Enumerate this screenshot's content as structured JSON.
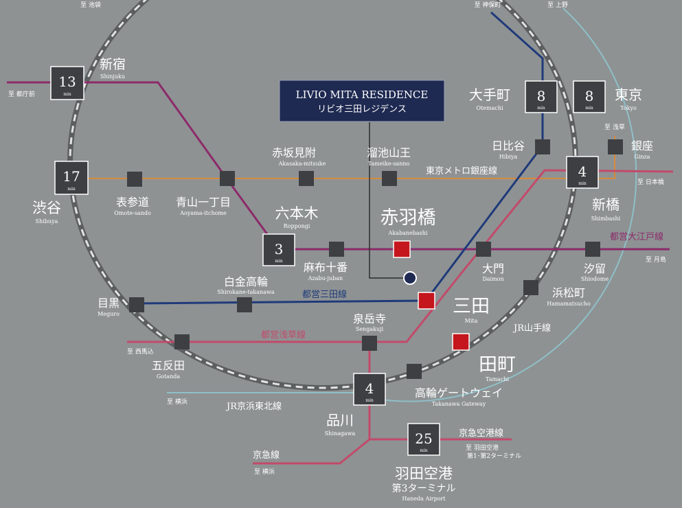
{
  "colors": {
    "background": "#8e9293",
    "yamanote_outer": "#5c5f60",
    "yamanote_dash": "#e4e4e4",
    "keihin_tohoku": "#8fc0c8",
    "oedo": "#8c2a6a",
    "mita": "#1f3a7a",
    "asakusa": "#c24a6a",
    "keikyu": "#c24a6a",
    "ginza": "#d98a3a",
    "station_square": "#3d3f42",
    "highlight_station": "#c4161c",
    "title_box": "#1f2a52"
  },
  "title": {
    "en": "LIVIO MITA RESIDENCE",
    "jp": "リビオ三田レジデンス"
  },
  "destinations": {
    "ikebukuro": "至 池袋",
    "jimbocho": "至 神保町",
    "ueno": "至 上野",
    "tochomae": "至 都庁前",
    "asakusa": "至 浅草",
    "nihombashi": "至 日本橋",
    "tsukishima": "至 月島",
    "nishimagome": "至 西馬込",
    "yokohama1": "至 横浜",
    "yokohama2": "至 横浜",
    "haneda": "至 羽田空港",
    "haneda_sub": "第1･第2ターミナル"
  },
  "line_names": {
    "ginza": "東京メトロ銀座線",
    "oedo": "都営大江戸線",
    "mita": "都営三田線",
    "asakusa": "都営浅草線",
    "yamanote": "JR山手線",
    "keihin_tohoku": "JR京浜東北線",
    "keikyu_airport": "京急空港線",
    "keikyu": "京急線"
  },
  "time_unit": "min",
  "time_stations": [
    {
      "id": "shinjuku",
      "minutes": "13",
      "jp": "新宿",
      "en": "Shinjuku"
    },
    {
      "id": "shibuya",
      "minutes": "17",
      "jp": "渋谷",
      "en": "Shibuya"
    },
    {
      "id": "roppongi",
      "minutes": "3",
      "jp": "六本木",
      "en": "Roppongi"
    },
    {
      "id": "otemachi",
      "minutes": "8",
      "jp": "大手町",
      "en": "Otemachi"
    },
    {
      "id": "tokyo",
      "minutes": "8",
      "jp": "東京",
      "en": "Tokyo"
    },
    {
      "id": "shimbashi",
      "minutes": "4",
      "jp": "新橋",
      "en": "Shimbashi"
    },
    {
      "id": "shinagawa",
      "minutes": "4",
      "jp": "品川",
      "en": "Shinagawa"
    },
    {
      "id": "haneda",
      "minutes": "25",
      "jp": "羽田空港",
      "jp2": "第3ターミナル",
      "en": "Haneda Airport"
    }
  ],
  "stations": [
    {
      "id": "akasaka",
      "jp": "赤坂見附",
      "en": "Akasaka-mitsuke"
    },
    {
      "id": "tameike",
      "jp": "溜池山王",
      "en": "Tameike-sanno"
    },
    {
      "id": "omotesando",
      "jp": "表参道",
      "en": "Omote-sando"
    },
    {
      "id": "aoyama",
      "jp": "青山一丁目",
      "en": "Aoyama-itchome"
    },
    {
      "id": "hibiya",
      "jp": "日比谷",
      "en": "Hibiya"
    },
    {
      "id": "ginza",
      "jp": "銀座",
      "en": "Ginza"
    },
    {
      "id": "azabu",
      "jp": "麻布十番",
      "en": "Azabu-juban"
    },
    {
      "id": "daimon",
      "jp": "大門",
      "en": "Daimon"
    },
    {
      "id": "shiodome",
      "jp": "汐留",
      "en": "Shiodome"
    },
    {
      "id": "hamamatsucho",
      "jp": "浜松町",
      "en": "Hamamatsucho"
    },
    {
      "id": "shirokane",
      "jp": "白金高輪",
      "en": "Shirokane-takanawa"
    },
    {
      "id": "meguro",
      "jp": "目黒",
      "en": "Meguro"
    },
    {
      "id": "sengakuji",
      "jp": "泉岳寺",
      "en": "Sengakuji"
    },
    {
      "id": "gotanda",
      "jp": "五反田",
      "en": "Gotanda"
    },
    {
      "id": "takanawa",
      "jp": "高輪ゲートウェイ",
      "en": "Takanawa Gateway"
    }
  ],
  "highlight_stations": [
    {
      "id": "akabanebashi",
      "jp": "赤羽橋",
      "en": "Akabanebashi"
    },
    {
      "id": "mita",
      "jp": "三田",
      "en": "Mita"
    },
    {
      "id": "tamachi",
      "jp": "田町",
      "en": "Tamachi"
    }
  ]
}
